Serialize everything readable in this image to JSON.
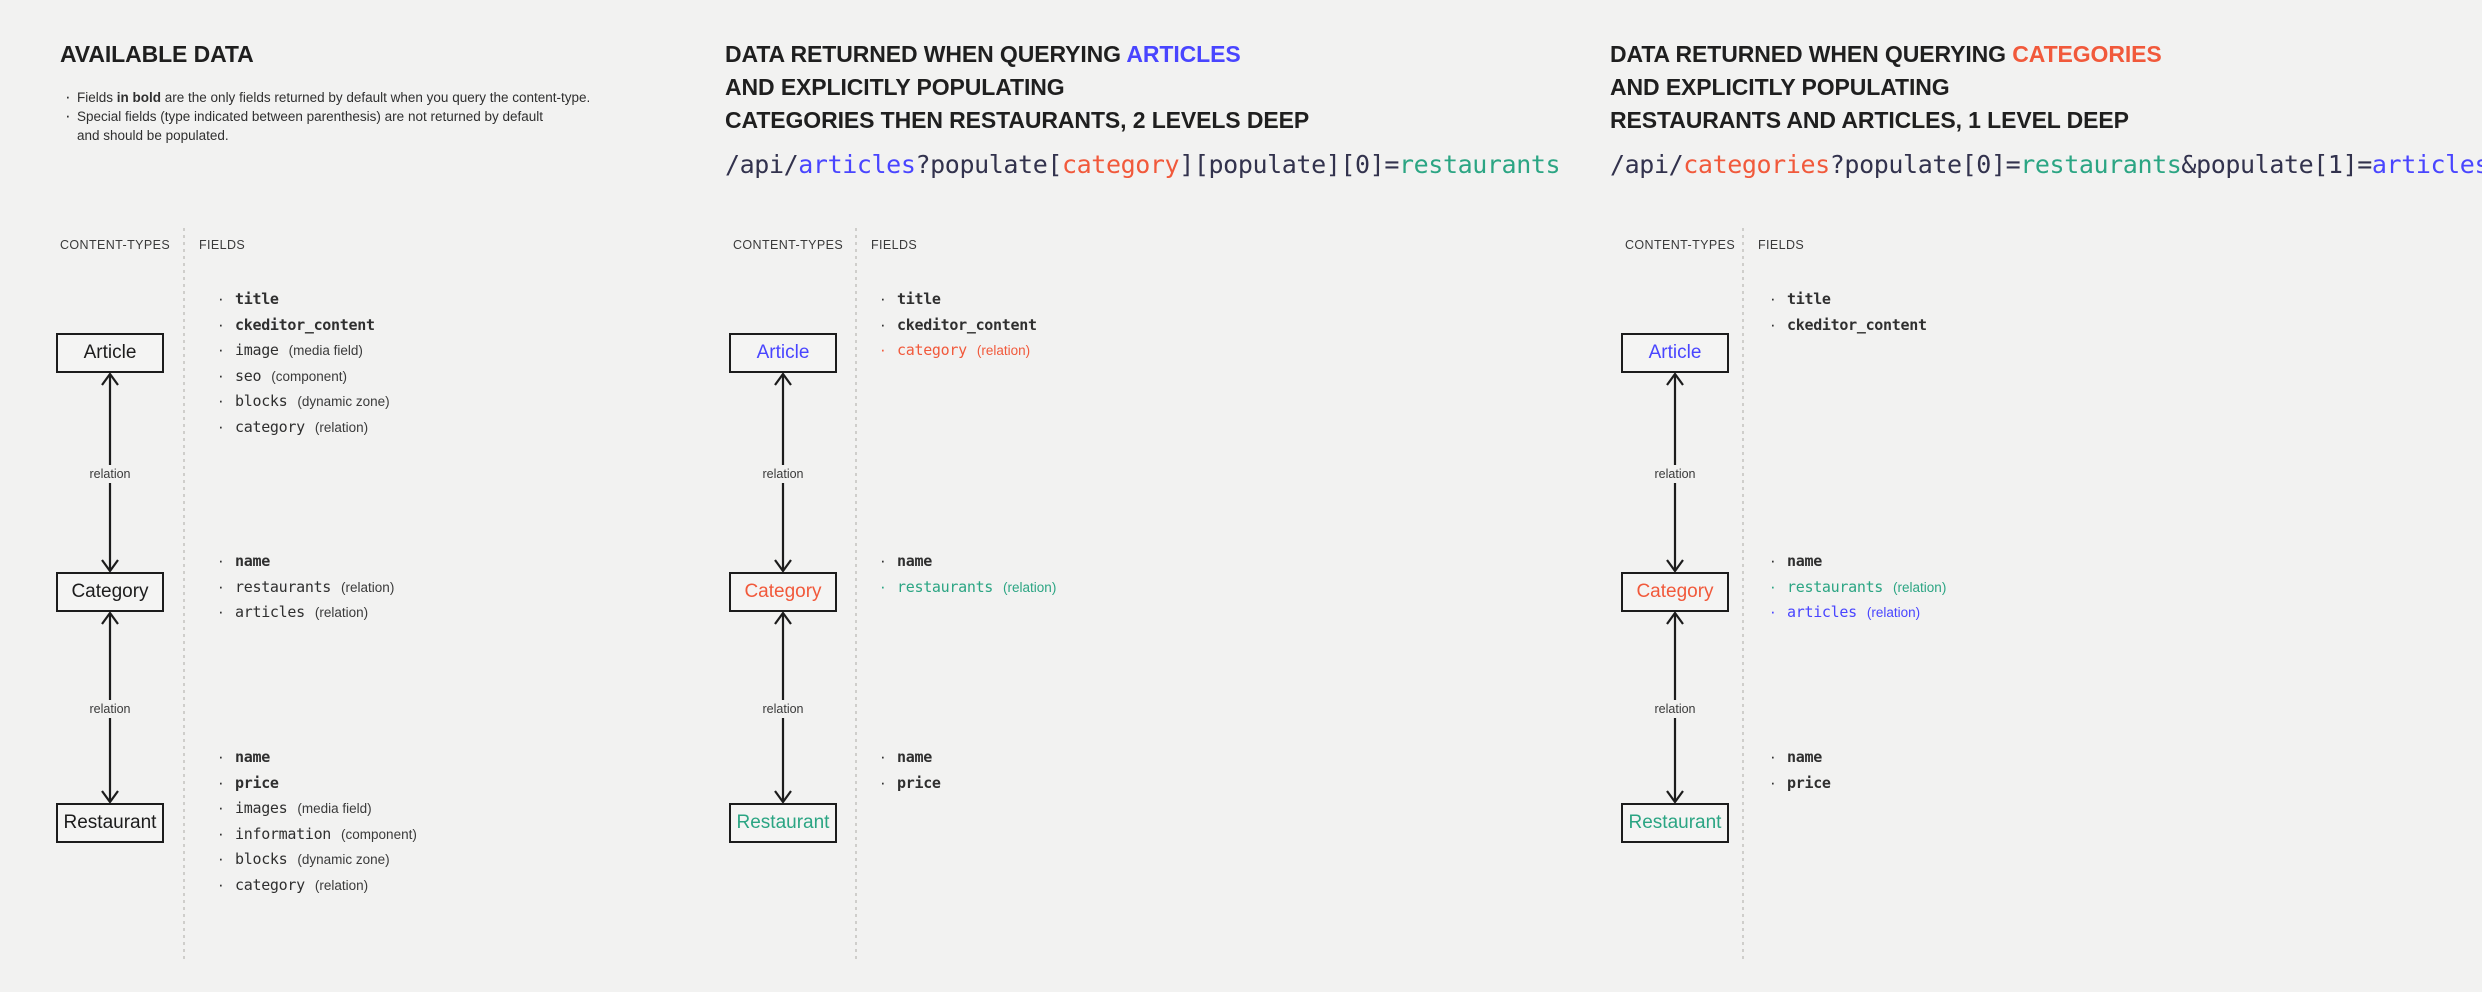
{
  "colors": {
    "background": "#f2f2f1",
    "text": "#1f1f1f",
    "blue": "#4945ff",
    "red": "#f1593b",
    "green": "#2ba583",
    "border": "#1c1c1c"
  },
  "panels": [
    {
      "id": "available-data",
      "heading_lines": [
        [
          {
            "text": "AVAILABLE DATA",
            "color": "default"
          }
        ]
      ],
      "notes": [
        "Fields |in bold| are the only fields returned by default when you query the content-type.",
        "Special fields (type indicated between parenthesis) are not returned by default",
        "and should be populated."
      ],
      "api_url": null,
      "captions": {
        "content_types": "CONTENT-TYPES",
        "fields": "FIELDS"
      },
      "relation_label": "relation",
      "entities": [
        {
          "name": "Article",
          "color": "default",
          "fields": [
            {
              "name": "title",
              "type": "",
              "bold": true,
              "color": "default"
            },
            {
              "name": "ckeditor_content",
              "type": "",
              "bold": true,
              "color": "default"
            },
            {
              "name": "image",
              "type": "(media field)",
              "bold": false,
              "color": "default"
            },
            {
              "name": "seo",
              "type": "(component)",
              "bold": false,
              "color": "default"
            },
            {
              "name": "blocks",
              "type": "(dynamic zone)",
              "bold": false,
              "color": "default"
            },
            {
              "name": "category",
              "type": "(relation)",
              "bold": false,
              "color": "default"
            }
          ]
        },
        {
          "name": "Category",
          "color": "default",
          "fields": [
            {
              "name": "name",
              "type": "",
              "bold": true,
              "color": "default"
            },
            {
              "name": "restaurants",
              "type": "(relation)",
              "bold": false,
              "color": "default"
            },
            {
              "name": "articles",
              "type": "(relation)",
              "bold": false,
              "color": "default"
            }
          ]
        },
        {
          "name": "Restaurant",
          "color": "default",
          "fields": [
            {
              "name": "name",
              "type": "",
              "bold": true,
              "color": "default"
            },
            {
              "name": "price",
              "type": "",
              "bold": true,
              "color": "default"
            },
            {
              "name": "images",
              "type": "(media field)",
              "bold": false,
              "color": "default"
            },
            {
              "name": "information",
              "type": "(component)",
              "bold": false,
              "color": "default"
            },
            {
              "name": "blocks",
              "type": "(dynamic zone)",
              "bold": false,
              "color": "default"
            },
            {
              "name": "category",
              "type": "(relation)",
              "bold": false,
              "color": "default"
            }
          ]
        }
      ]
    },
    {
      "id": "query-articles",
      "heading_lines": [
        [
          {
            "text": "DATA RETURNED WHEN QUERYING ",
            "color": "default"
          },
          {
            "text": "ARTICLES",
            "color": "blue"
          }
        ],
        [
          {
            "text": "AND EXPLICITLY POPULATING",
            "color": "default"
          }
        ],
        [
          {
            "text": "CATEGORIES THEN RESTAURANTS, 2 LEVELS DEEP",
            "color": "default"
          }
        ]
      ],
      "notes": [],
      "api_url": [
        {
          "text": "/api/",
          "color": "default"
        },
        {
          "text": "articles",
          "color": "blue"
        },
        {
          "text": "?populate[",
          "color": "default"
        },
        {
          "text": "category",
          "color": "red"
        },
        {
          "text": "][populate][0]=",
          "color": "default"
        },
        {
          "text": "restaurants",
          "color": "green"
        }
      ],
      "captions": {
        "content_types": "CONTENT-TYPES",
        "fields": "FIELDS"
      },
      "relation_label": "relation",
      "entities": [
        {
          "name": "Article",
          "color": "blue",
          "fields": [
            {
              "name": "title",
              "type": "",
              "bold": true,
              "color": "default"
            },
            {
              "name": "ckeditor_content",
              "type": "",
              "bold": true,
              "color": "default"
            },
            {
              "name": "category",
              "type": "(relation)",
              "bold": false,
              "color": "red"
            }
          ]
        },
        {
          "name": "Category",
          "color": "red",
          "fields": [
            {
              "name": "name",
              "type": "",
              "bold": true,
              "color": "default"
            },
            {
              "name": "restaurants",
              "type": "(relation)",
              "bold": false,
              "color": "green"
            }
          ]
        },
        {
          "name": "Restaurant",
          "color": "green",
          "fields": [
            {
              "name": "name",
              "type": "",
              "bold": true,
              "color": "default"
            },
            {
              "name": "price",
              "type": "",
              "bold": true,
              "color": "default"
            }
          ]
        }
      ]
    },
    {
      "id": "query-categories",
      "heading_lines": [
        [
          {
            "text": "DATA RETURNED WHEN QUERYING ",
            "color": "default"
          },
          {
            "text": "CATEGORIES",
            "color": "red"
          }
        ],
        [
          {
            "text": "AND EXPLICITLY POPULATING",
            "color": "default"
          }
        ],
        [
          {
            "text": "RESTAURANTS AND ARTICLES, 1 LEVEL DEEP",
            "color": "default"
          }
        ]
      ],
      "notes": [],
      "api_url": [
        {
          "text": "/api/",
          "color": "default"
        },
        {
          "text": "categories",
          "color": "red"
        },
        {
          "text": "?populate[0]=",
          "color": "default"
        },
        {
          "text": "restaurants",
          "color": "green"
        },
        {
          "text": "&populate[1]=",
          "color": "default"
        },
        {
          "text": "articles",
          "color": "blue"
        }
      ],
      "captions": {
        "content_types": "CONTENT-TYPES",
        "fields": "FIELDS"
      },
      "relation_label": "relation",
      "entities": [
        {
          "name": "Article",
          "color": "blue",
          "fields": [
            {
              "name": "title",
              "type": "",
              "bold": true,
              "color": "default"
            },
            {
              "name": "ckeditor_content",
              "type": "",
              "bold": true,
              "color": "default"
            }
          ]
        },
        {
          "name": "Category",
          "color": "red",
          "fields": [
            {
              "name": "name",
              "type": "",
              "bold": true,
              "color": "default"
            },
            {
              "name": "restaurants",
              "type": "(relation)",
              "bold": false,
              "color": "green"
            },
            {
              "name": "articles",
              "type": "(relation)",
              "bold": false,
              "color": "blue"
            }
          ]
        },
        {
          "name": "Restaurant",
          "color": "green",
          "fields": [
            {
              "name": "name",
              "type": "",
              "bold": true,
              "color": "default"
            },
            {
              "name": "price",
              "type": "",
              "bold": true,
              "color": "default"
            }
          ]
        }
      ]
    }
  ]
}
